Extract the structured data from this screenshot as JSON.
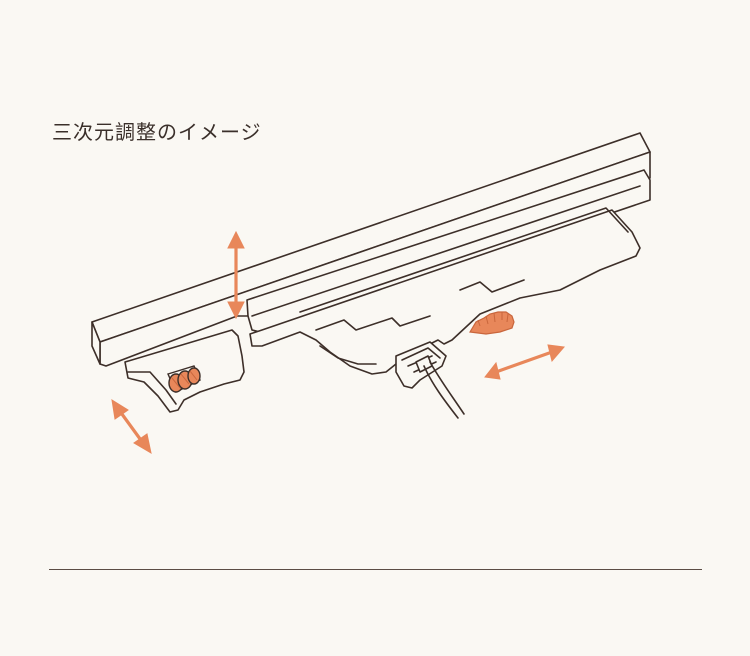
{
  "title": "三次元調整のイメージ",
  "colors": {
    "background": "#faf8f3",
    "line": "#3d2f29",
    "accent": "#e8875a",
    "accent_dark": "#c9663c",
    "divider": "#5b4c44"
  },
  "icons": {
    "vertical_arrow": "up-down-arrow",
    "diagonal_arrow_left": "diagonal-arrow",
    "horizontal_arrow_right": "diagonal-arrow",
    "left_dial": "adjustment-dial",
    "right_dial": "adjustment-gear"
  }
}
